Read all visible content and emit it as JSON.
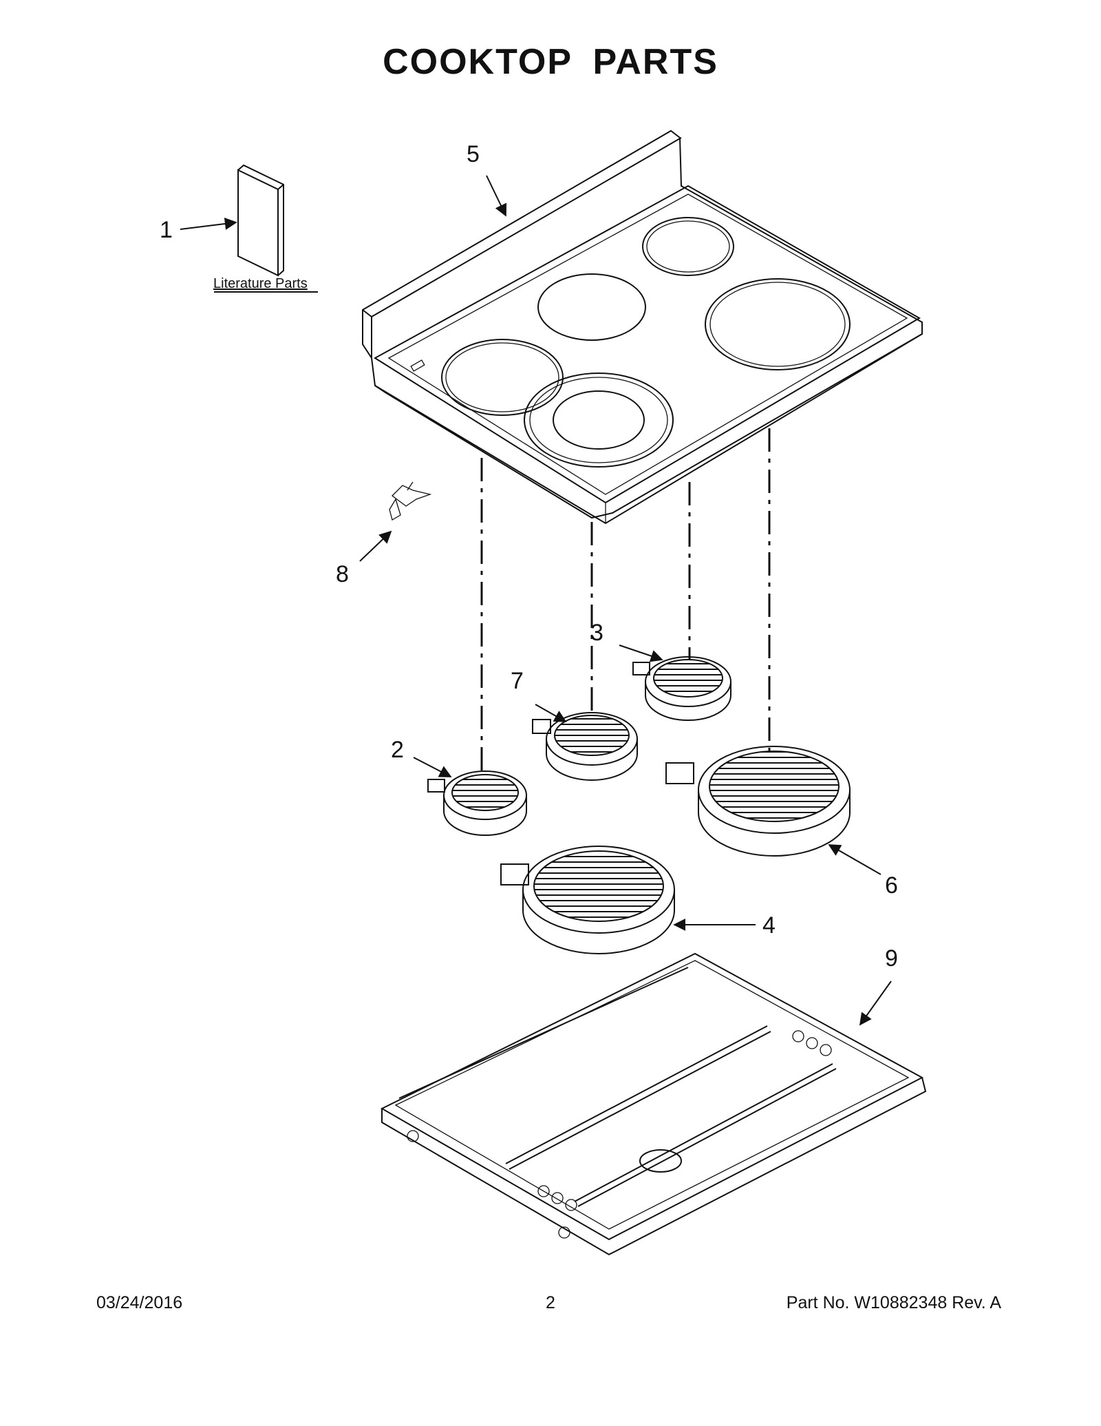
{
  "page": {
    "title": "COOKTOP PARTS",
    "footer": {
      "date": "03/24/2016",
      "page_number": "2",
      "part_number": "Part No.  W10882348  Rev.  A"
    }
  },
  "diagram": {
    "literature_label": "Literature Parts",
    "callouts": [
      "1",
      "2",
      "3",
      "4",
      "5",
      "6",
      "7",
      "8",
      "9"
    ]
  }
}
